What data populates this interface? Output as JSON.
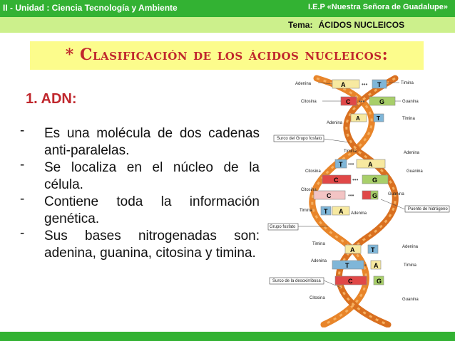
{
  "header": {
    "unit": "II - Unidad : Ciencia  Tecnología  y  Ambiente",
    "school": "I.E.P «Nuestra Señora de Guadalupe»",
    "tema_label": "Tema:",
    "tema_value": "ÁCIDOS  NUCLEICOS"
  },
  "title": "* Clasificación de los ácidos nucleicos:",
  "section": "1.  ADN:",
  "bullets": [
    {
      "dash": "-",
      "text": "Es una molécula de dos cadenas anti-paralelas."
    },
    {
      "dash": "-",
      "text": "Se localiza en el núcleo de la célula."
    },
    {
      "dash": "-",
      "text": "Contiene toda la información genética."
    },
    {
      "dash": "-",
      "text": "Sus bases nitrogenadas son: adenina, guanina, citosina y timina."
    }
  ],
  "dna": {
    "pairs": [
      {
        "left": "A",
        "right": "T"
      },
      {
        "left": "C",
        "right": "G"
      },
      {
        "left": "A",
        "right": "T"
      },
      {
        "left": "T",
        "right": "A"
      },
      {
        "left": "C",
        "right": "G"
      },
      {
        "left": "C",
        "right": "G"
      },
      {
        "left": "T",
        "right": "A"
      },
      {
        "left": "A",
        "right": "T"
      },
      {
        "left": "T",
        "right": "A"
      },
      {
        "left": "C",
        "right": "G"
      }
    ],
    "labels": {
      "adenina1": "Adenina",
      "timina1": "Timina",
      "citosina1": "Citosina",
      "guanina1": "Guanina",
      "adenina2": "Adenina",
      "timina2": "Timina",
      "surco_fosfato": "Surco del Grupo fosfato",
      "timina3": "Timina",
      "adenina3": "Adenina",
      "citosina2": "Citosina",
      "guanina2": "Guanina",
      "citosina3": "Citosina",
      "guanina3": "Guanina",
      "timina4": "Timina",
      "adenina4": "Adenina",
      "puente": "Puente de hidrógeno",
      "grupo_fosfato": "Grupo fosfato",
      "timina5": "Timina",
      "adenina5": "Adenina",
      "adenina6": "Adenina",
      "timina6": "Timina",
      "surco_desoxirribosa": "Surco de la desoxirribosa",
      "citosina4": "Citosina",
      "guanina4": "Guanina"
    }
  },
  "colors": {
    "header_green": "#33b233",
    "subbar_green": "#ccf08c",
    "title_yellow": "#fcfc8c",
    "title_red": "#c0272d",
    "base_A": "#f7e9a0",
    "base_T": "#7fb6d8",
    "base_C": "#e04848",
    "base_G": "#a8cf6a",
    "backbone": "#e8852a"
  }
}
